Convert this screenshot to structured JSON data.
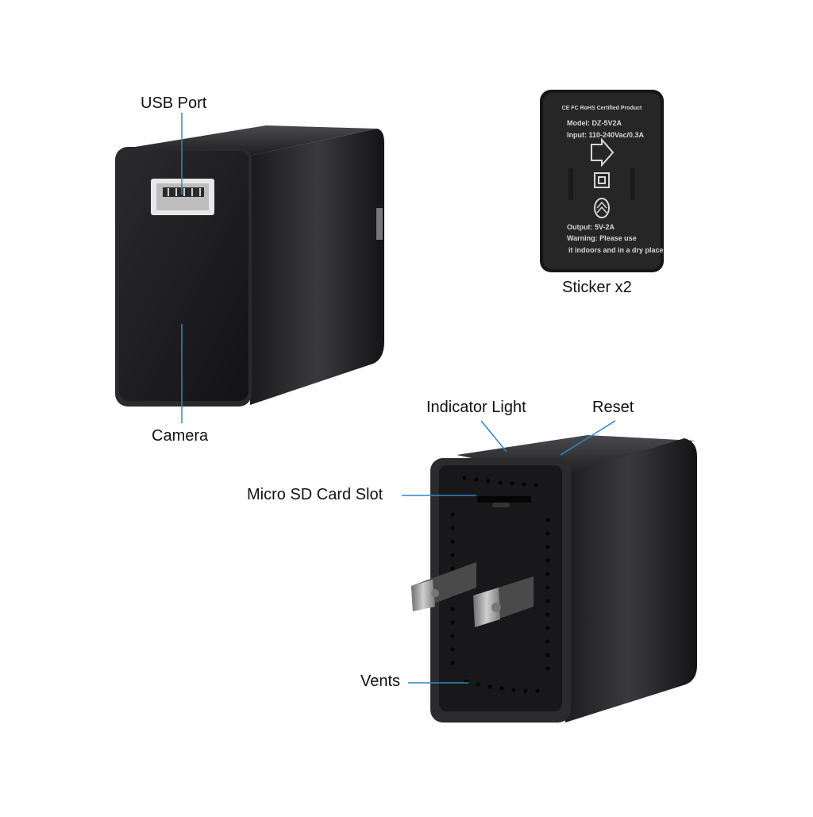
{
  "callouts": {
    "usb_port": "USB Port",
    "camera": "Camera",
    "sticker": "Sticker x2",
    "indicator_light": "Indicator Light",
    "reset": "Reset",
    "micro_sd": "Micro SD Card Slot",
    "vents": "Vents"
  },
  "sticker": {
    "header": "CE FC RoHS Certified Product",
    "model": "Model: DZ-5V2A",
    "input": "Input: 110-240Vac/0.3A",
    "output": "Output: 5V-2A",
    "warning_1": "Warning: Please use",
    "warning_2": "it indoors and in a dry place"
  },
  "colors": {
    "callout_line": "#2f86c8",
    "device_body": "#1c1c1e",
    "device_edge": "#3a3a3d",
    "prong": "#9a9a9a"
  }
}
